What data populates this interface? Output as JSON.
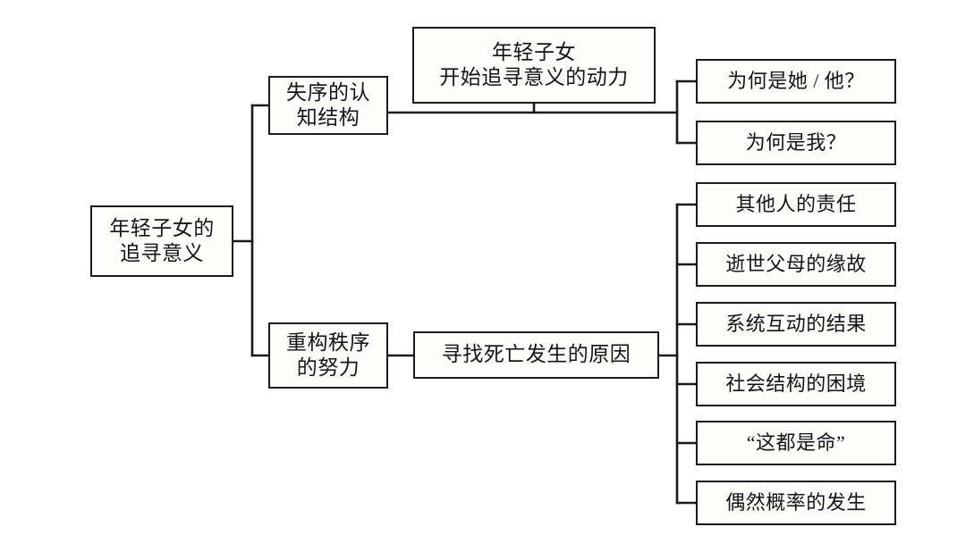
{
  "diagram": {
    "type": "tree-mind-map",
    "orientation": "left-to-right",
    "background_color": "#ffffff",
    "line_color": "#1a1a1a",
    "box_fill": "#fdfdfb"
  },
  "root": {
    "line1": "年轻子女的",
    "line2": "追寻意义"
  },
  "branches": [
    {
      "id": "branch-cognitive",
      "line1": "失序的认",
      "line2": "知结构"
    },
    {
      "id": "branch-reorder",
      "line1": "重构秩序",
      "line2": "的努力"
    }
  ],
  "middle_nodes": [
    {
      "id": "motivation",
      "line1": "年轻子女",
      "line2": "开始追寻意义的动力"
    },
    {
      "id": "cause-of-death",
      "line1": "寻找死亡发生的原因",
      "line2": ""
    }
  ],
  "top_leaves": [
    {
      "label": "为何是她 / 他？"
    },
    {
      "label": "为何是我？"
    }
  ],
  "bottom_leaves": [
    {
      "label": "其他人的责任"
    },
    {
      "label": "逝世父母的缘故"
    },
    {
      "label": "系统互动的结果"
    },
    {
      "label": "社会结构的困境"
    },
    {
      "label": "“这都是命”"
    },
    {
      "label": "偶然概率的发生"
    }
  ]
}
